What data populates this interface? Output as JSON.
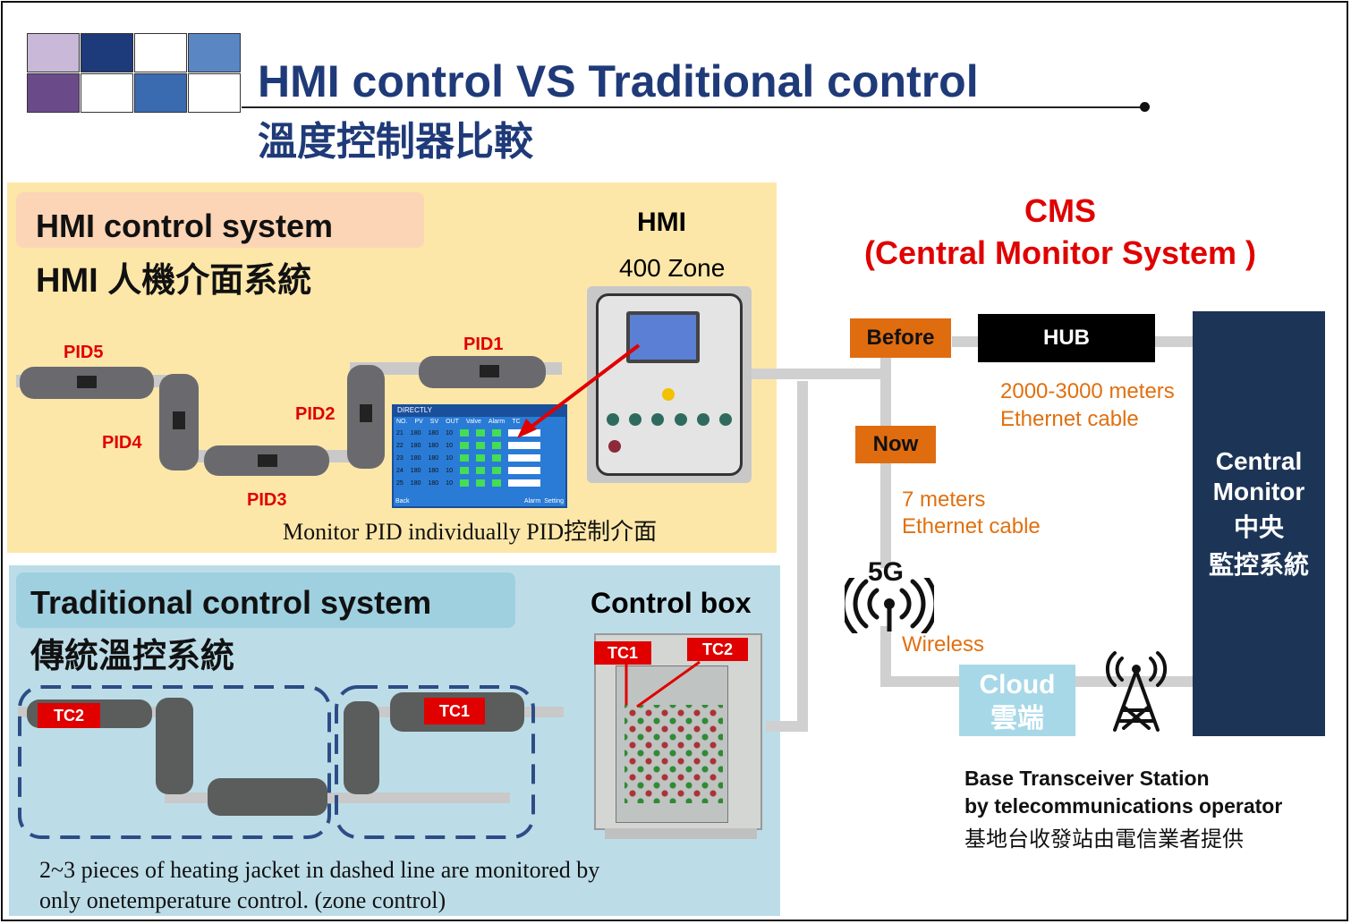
{
  "title": {
    "en": "HMI control VS Traditional control",
    "zh": "溫度控制器比較"
  },
  "hmi_panel": {
    "title_en": "HMI control system",
    "title_zh": "HMI 人機介面系統",
    "device_label": "HMI",
    "zone_label": "400 Zone",
    "pid_labels": [
      "PID5",
      "PID4",
      "PID3",
      "PID2",
      "PID1"
    ],
    "caption": "Monitor PID individually PID控制介面",
    "screen_brand": "DIRECTLY",
    "table_header": [
      "NO.",
      "PV",
      "SV",
      "OUT",
      "Valve",
      "Alarm",
      "TC"
    ],
    "table_rows": [
      [
        "21",
        "180",
        "180",
        "10"
      ],
      [
        "22",
        "180",
        "180",
        "10"
      ],
      [
        "23",
        "180",
        "180",
        "10"
      ],
      [
        "24",
        "180",
        "180",
        "10"
      ],
      [
        "25",
        "180",
        "180",
        "10"
      ]
    ],
    "table_footer": [
      "Back",
      "Alarm",
      "Setting"
    ]
  },
  "trad_panel": {
    "title_en": "Traditional control system",
    "title_zh": "傳統溫控系統",
    "device_label": "Control box",
    "tags_left": [
      "TC2",
      "TC1"
    ],
    "tags_box": [
      "TC1",
      "TC2"
    ],
    "caption_line1": "2~3 pieces of heating jacket in dashed line are monitored by",
    "caption_line2": "only onetemperature control. (zone control)"
  },
  "cms": {
    "title": "CMS",
    "subtitle": "(Central Monitor System )",
    "before_label": "Before",
    "now_label": "Now",
    "hub_label": "HUB",
    "before_desc_1": "2000-3000 meters",
    "before_desc_2": "Ethernet cable",
    "now_desc_1": "7 meters",
    "now_desc_2": "Ethernet cable",
    "wireless_tech": "5G",
    "wireless_label": "Wireless",
    "cloud_en": "Cloud",
    "cloud_zh": "雲端",
    "central_line1": "Central",
    "central_line2": "Monitor",
    "central_line3": "中央",
    "central_line4": "監控系統",
    "bts_line1": "Base Transceiver Station",
    "bts_line2": "by telecommunications operator",
    "bts_line3": "基地台收發站由電信業者提供"
  },
  "colors": {
    "title_blue": "#1f3a78",
    "hmi_panel": "#fde7a8",
    "trad_panel": "#bcdde8",
    "accent_red": "#e00000",
    "accent_orange": "#e06c10",
    "central_navy": "#1c3557",
    "cloud_blue": "#a7d8e8"
  }
}
